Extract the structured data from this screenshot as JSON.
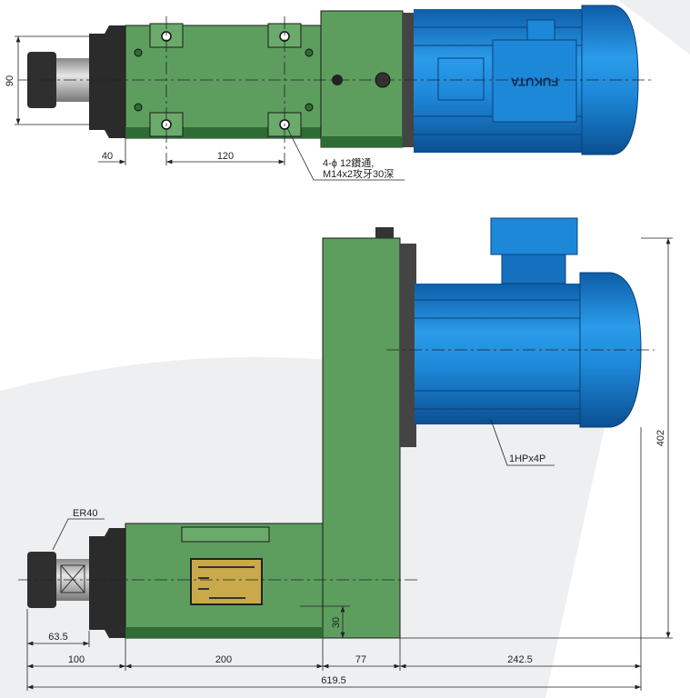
{
  "top_view": {
    "dim_height": "90",
    "dim_offset": "40",
    "dim_spacing": "120",
    "hole_note_line1": "4-ϕ 12鑽通,",
    "hole_note_line2": "M14x2攻牙30深",
    "motor_brand": "FUKUTA"
  },
  "side_view": {
    "collet_label": "ER40",
    "motor_label": "1HPx4P",
    "dim_total_height": "402",
    "dim_base_height": "30",
    "dim_collet": "63.5",
    "dim_nose": "100",
    "dim_body": "200",
    "dim_column": "77",
    "dim_motor": "242.5",
    "dim_total_length": "619.5"
  },
  "colors": {
    "green": "#5d9e5f",
    "green_dark": "#2f6b35",
    "blue": "#1e88d8",
    "blue_dark": "#0d5ea8",
    "black": "#2b2b2b",
    "plate": "#c9a94c"
  }
}
